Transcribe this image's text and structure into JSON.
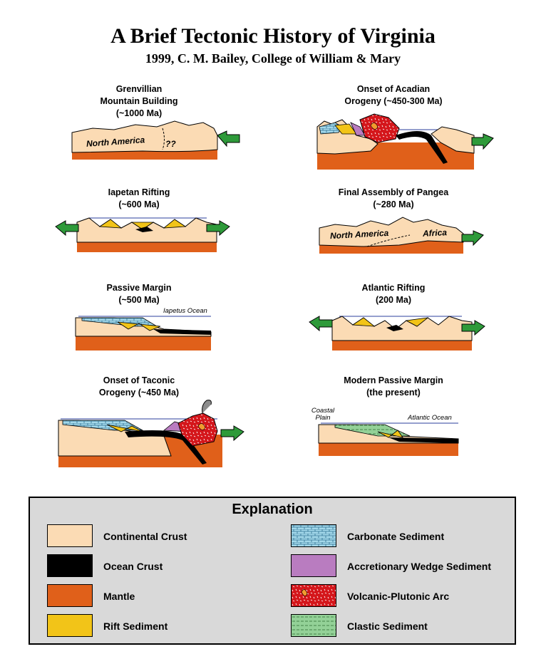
{
  "header": {
    "title": "A Brief Tectonic History of Virginia",
    "subtitle": "1999, C. M. Bailey, College of William & Mary"
  },
  "panels": [
    {
      "title": "Grenvillian\nMountain Building\n(~1000 Ma)",
      "labels": [
        "North America",
        "??"
      ]
    },
    {
      "title": "Onset of Acadian\nOrogeny (~450-300 Ma)",
      "labels": []
    },
    {
      "title": "Iapetan Rifting\n(~600 Ma)",
      "labels": []
    },
    {
      "title": "Final Assembly of Pangea\n(~280 Ma)",
      "labels": [
        "North America",
        "Africa"
      ]
    },
    {
      "title": "Passive Margin\n(~500 Ma)",
      "labels": [
        "Iapetus Ocean"
      ]
    },
    {
      "title": "Atlantic Rifting\n(200 Ma)",
      "labels": []
    },
    {
      "title": "Onset of Taconic\nOrogeny (~450 Ma)",
      "labels": []
    },
    {
      "title": "Modern Passive Margin\n(the present)",
      "labels": [
        "Coastal\nPlain",
        "Atlantic Ocean"
      ]
    }
  ],
  "legend": {
    "title": "Explanation",
    "items": [
      {
        "label": "Continental Crust",
        "color": "#fbdbb4"
      },
      {
        "label": "Ocean Crust",
        "color": "#000000"
      },
      {
        "label": "Mantle",
        "color": "#e0601a"
      },
      {
        "label": "Rift Sediment",
        "color": "#f2c418"
      },
      {
        "label": "Carbonate Sediment",
        "color": "#a3d8ea"
      },
      {
        "label": "Accretionary Wedge Sediment",
        "color": "#b97cc0"
      },
      {
        "label": "Volcanic-Plutonic Arc",
        "color": "#d4161b"
      },
      {
        "label": "Clastic Sediment",
        "color": "#93d197"
      }
    ]
  }
}
